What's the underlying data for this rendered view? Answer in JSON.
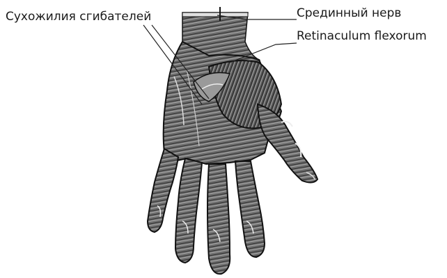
{
  "labels": {
    "flexor_tendons": "Сухожилия сгибателей",
    "median_nerve": "Срединный нерв",
    "retinaculum": "Retinaculum flexorum"
  },
  "colors": {
    "muscle_dark": "#4a4a4a",
    "muscle_mid": "#7a7a7a",
    "muscle_light": "#b8b8b8",
    "outline": "#111111",
    "leader_line": "#222222"
  }
}
